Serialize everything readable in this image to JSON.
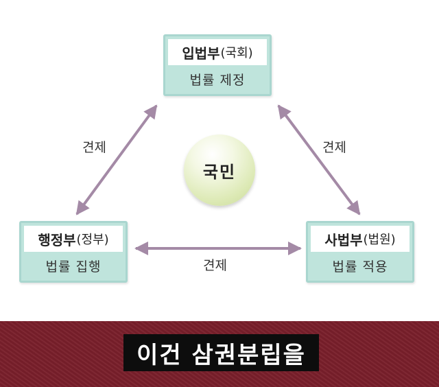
{
  "diagram": {
    "legislative": {
      "name": "입법부",
      "sub": "(국회)",
      "role": "법률 제정"
    },
    "executive": {
      "name": "행정부",
      "sub": "(정부)",
      "role": "법률 집행"
    },
    "judicial": {
      "name": "사법부",
      "sub": "(법원)",
      "role": "법률 적용"
    },
    "center": "국민",
    "check_label": "견제",
    "arrow_color": "#a48aa6",
    "box_color": "#bfe4dc"
  },
  "caption": "이건 삼권분립을"
}
